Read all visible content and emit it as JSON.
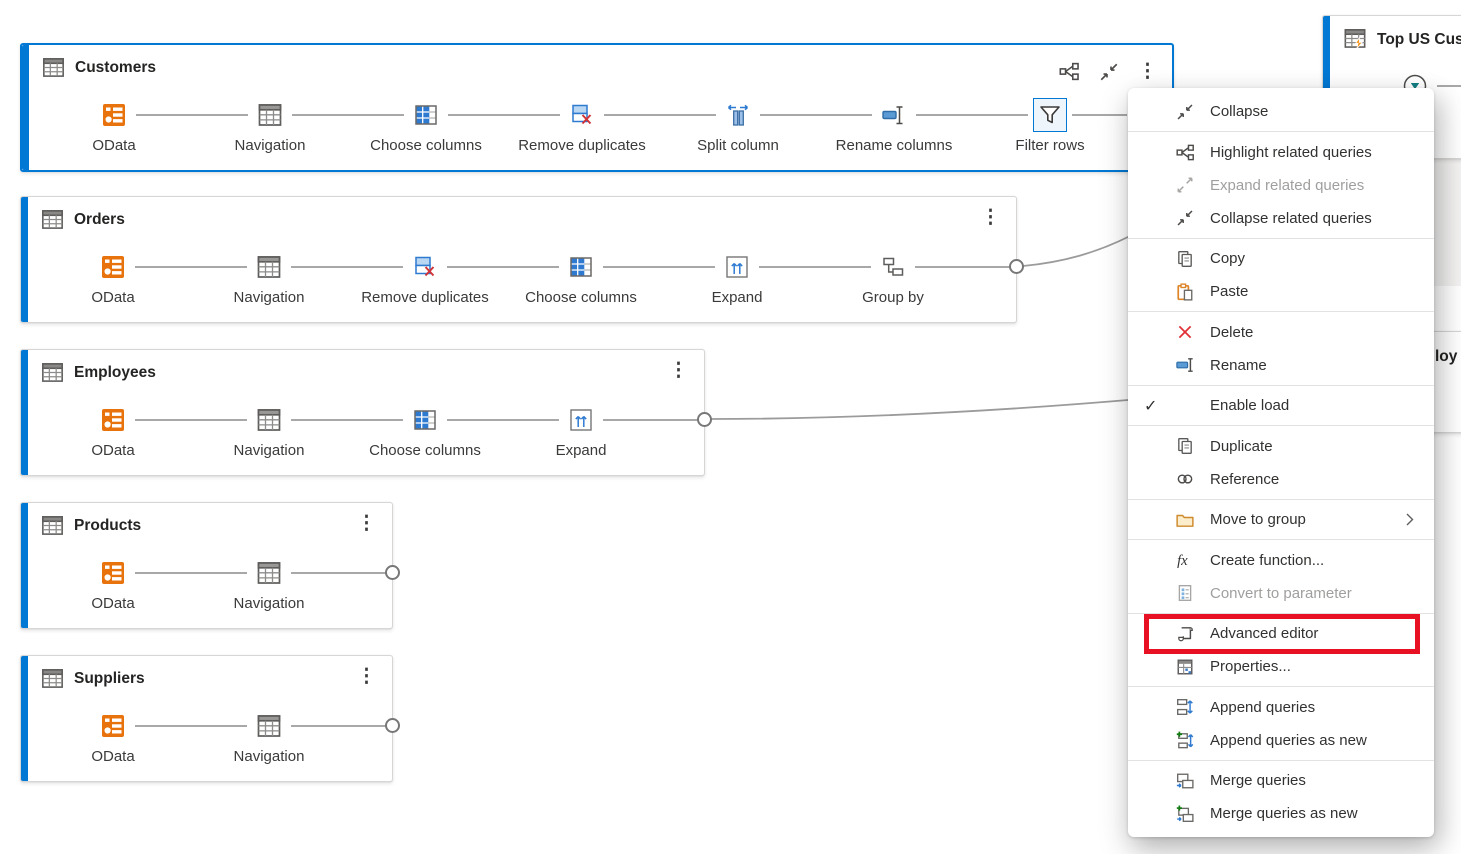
{
  "colors": {
    "accent": "#0078d4",
    "selected_step_bg": "#eef6fc",
    "highlight_red": "#e81123",
    "connector": "#a8a8a8",
    "odata_orange": "#e8730c",
    "step_blue": "#2e7ad1",
    "folder_orange": "#cf8a2d",
    "new_green": "#107c10",
    "delete_red": "#e13238"
  },
  "glyphs": {
    "more": "⋮",
    "plus": "+",
    "check": "✓"
  },
  "cards": [
    {
      "title": "Customers",
      "selected": true,
      "toolbar": [
        "highlight-related-queries",
        "collapse",
        "more-options"
      ],
      "steps": [
        {
          "label": "OData",
          "icon": "odata-icon"
        },
        {
          "label": "Navigation",
          "icon": "navigation-icon"
        },
        {
          "label": "Choose columns",
          "icon": "choose-columns-icon"
        },
        {
          "label": "Remove duplicates",
          "icon": "remove-duplicates-icon"
        },
        {
          "label": "Split column",
          "icon": "split-column-icon"
        },
        {
          "label": "Rename columns",
          "icon": "rename-columns-icon"
        },
        {
          "label": "Filter rows",
          "icon": "filter-rows-icon",
          "selected": true
        }
      ],
      "has_add_step_button": true
    },
    {
      "title": "Orders",
      "toolbar": [
        "more-options"
      ],
      "steps": [
        {
          "label": "OData",
          "icon": "odata-icon"
        },
        {
          "label": "Navigation",
          "icon": "navigation-icon"
        },
        {
          "label": "Remove duplicates",
          "icon": "remove-duplicates-icon"
        },
        {
          "label": "Choose columns",
          "icon": "choose-columns-icon"
        },
        {
          "label": "Expand",
          "icon": "expand-icon"
        },
        {
          "label": "Group by",
          "icon": "group-by-icon"
        }
      ],
      "output_connector": true
    },
    {
      "title": "Employees",
      "toolbar": [
        "more-options"
      ],
      "steps": [
        {
          "label": "OData",
          "icon": "odata-icon"
        },
        {
          "label": "Navigation",
          "icon": "navigation-icon"
        },
        {
          "label": "Choose columns",
          "icon": "choose-columns-icon"
        },
        {
          "label": "Expand",
          "icon": "expand-icon"
        }
      ],
      "output_connector": true
    },
    {
      "title": "Products",
      "toolbar": [
        "more-options"
      ],
      "steps": [
        {
          "label": "OData",
          "icon": "odata-icon"
        },
        {
          "label": "Navigation",
          "icon": "navigation-icon"
        }
      ],
      "output_connector": true
    },
    {
      "title": "Suppliers",
      "toolbar": [
        "more-options"
      ],
      "steps": [
        {
          "label": "OData",
          "icon": "odata-icon"
        },
        {
          "label": "Navigation",
          "icon": "navigation-icon"
        }
      ],
      "output_connector": true
    }
  ],
  "partial_cards": [
    {
      "title": "Top US Cust",
      "icon": "table-lightning-icon"
    },
    {
      "title_fragment": "loy"
    }
  ],
  "context_menu": {
    "items": [
      {
        "type": "item",
        "label": "Collapse",
        "icon": "collapse-icon"
      },
      {
        "type": "separator"
      },
      {
        "type": "item",
        "label": "Highlight related queries",
        "icon": "highlight-related-icon"
      },
      {
        "type": "item",
        "label": "Expand related queries",
        "icon": "expand-related-icon",
        "disabled": true
      },
      {
        "type": "item",
        "label": "Collapse related queries",
        "icon": "collapse-related-icon"
      },
      {
        "type": "separator"
      },
      {
        "type": "item",
        "label": "Copy",
        "icon": "copy-icon"
      },
      {
        "type": "item",
        "label": "Paste",
        "icon": "paste-icon"
      },
      {
        "type": "separator"
      },
      {
        "type": "item",
        "label": "Delete",
        "icon": "delete-icon"
      },
      {
        "type": "item",
        "label": "Rename",
        "icon": "rename-icon"
      },
      {
        "type": "separator"
      },
      {
        "type": "item",
        "label": "Enable load",
        "checked": true
      },
      {
        "type": "separator"
      },
      {
        "type": "item",
        "label": "Duplicate",
        "icon": "duplicate-icon"
      },
      {
        "type": "item",
        "label": "Reference",
        "icon": "reference-icon"
      },
      {
        "type": "separator"
      },
      {
        "type": "item",
        "label": "Move to group",
        "icon": "move-to-group-icon",
        "submenu": true
      },
      {
        "type": "separator"
      },
      {
        "type": "item",
        "label": "Create function...",
        "icon": "create-function-icon"
      },
      {
        "type": "item",
        "label": "Convert to parameter",
        "icon": "convert-to-parameter-icon",
        "disabled": true
      },
      {
        "type": "separator"
      },
      {
        "type": "item",
        "label": "Advanced editor",
        "icon": "advanced-editor-icon",
        "highlighted": true
      },
      {
        "type": "item",
        "label": "Properties...",
        "icon": "properties-icon"
      },
      {
        "type": "separator"
      },
      {
        "type": "item",
        "label": "Append queries",
        "icon": "append-queries-icon"
      },
      {
        "type": "item",
        "label": "Append queries as new",
        "icon": "append-queries-as-new-icon"
      },
      {
        "type": "separator"
      },
      {
        "type": "item",
        "label": "Merge queries",
        "icon": "merge-queries-icon"
      },
      {
        "type": "item",
        "label": "Merge queries as new",
        "icon": "merge-queries-as-new-icon"
      }
    ]
  }
}
